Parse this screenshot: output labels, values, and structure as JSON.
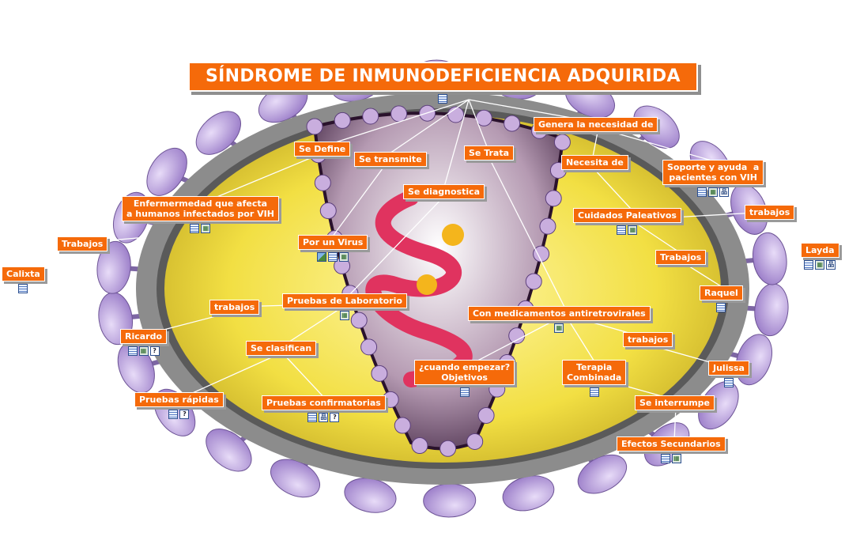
{
  "title": "SÍNDROME DE INMUNODEFICIENCIA ADQUIRIDA",
  "nodes": {
    "se_define": "Se Define",
    "se_transmite": "Se transmite",
    "se_trata": "Se Trata",
    "genera": "Genera la necesidad de",
    "necesita": "Necesita de",
    "se_diagnostica": "Se diagnostica",
    "soporte": "Soporte y ayuda  a\npacientes con VIH",
    "enfermedad": "Enfermermedad que afecta\na humanos infectados por VIH",
    "trabajos_left": "Trabajos",
    "por_virus": "Por un Virus",
    "cuidados": "Cuidados Paleativos",
    "trabajos_right": "trabajos",
    "layda": "Layda",
    "calixta": "Calixta",
    "trabajos_cuidados": "Trabajos",
    "raquel": "Raquel",
    "pruebas_lab": "Pruebas de Laboratorio",
    "trabajos_lab": "trabajos",
    "medicamentos": "Con medicamentos antiretrovirales",
    "ricardo": "Ricardo",
    "trabajos_med": "trabajos",
    "se_clasifican": "Se clasifican",
    "cuando": "¿cuando empezar?\nObjetivos",
    "terapia": "Terapia\nCombinada",
    "julissa": "Julissa",
    "pruebas_rapidas": "Pruebas rápidas",
    "pruebas_conf": "Pruebas confirmatorias",
    "se_interrumpe": "Se interrumpe",
    "efectos": "Efectos Secundarios"
  },
  "icon_sets": {
    "title": [
      "document-icon"
    ],
    "soporte": [
      "document-icon",
      "film-icon",
      "network-icon"
    ],
    "enfermedad": [
      "document-icon",
      "film-icon"
    ],
    "por_virus": [
      "image-icon",
      "document-icon",
      "film-icon"
    ],
    "cuidados": [
      "document-icon",
      "film-icon"
    ],
    "layda": [
      "document-icon",
      "film-icon",
      "network-icon"
    ],
    "calixta": [
      "document-icon"
    ],
    "raquel": [
      "document-icon"
    ],
    "pruebas_lab": [
      "film-icon"
    ],
    "medicamentos": [
      "film-icon"
    ],
    "ricardo": [
      "document-icon",
      "film-icon",
      "help-icon"
    ],
    "cuando": [
      "document-icon"
    ],
    "terapia": [
      "document-icon"
    ],
    "julissa": [
      "document-icon"
    ],
    "pruebas_rapidas": [
      "document-icon",
      "help-icon"
    ],
    "pruebas_conf": [
      "document-icon",
      "network-icon",
      "help-icon"
    ],
    "efectos": [
      "document-icon",
      "film-icon"
    ]
  },
  "colors": {
    "node_fill": "#f56a0a",
    "node_text": "#ffffff",
    "virus_membrane": "#8a8a8a",
    "virus_capsule": "#ecd93a",
    "virus_core": "#3a1e3c",
    "spike": "#b49ad8",
    "rna": "#e0335f"
  }
}
